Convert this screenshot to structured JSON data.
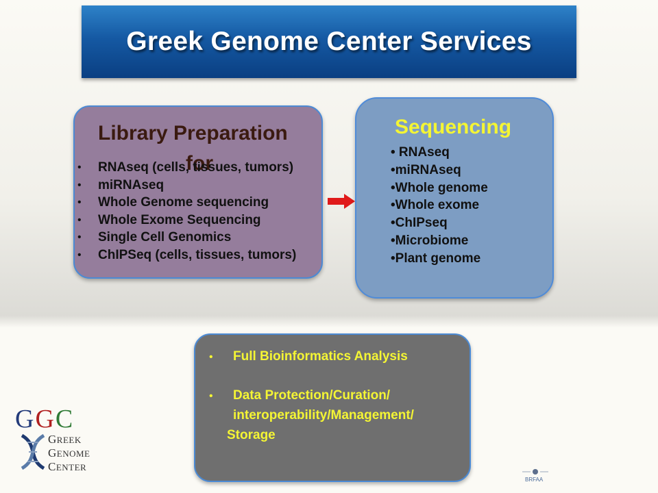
{
  "header": {
    "title": "Greek Genome Center Services"
  },
  "library": {
    "title_line1": "Library Preparation",
    "title_line2": "for",
    "items": [
      "RNAseq (cells, tissues, tumors)",
      "miRNAseq",
      "Whole Genome sequencing",
      "Whole Exome Sequencing",
      "Single Cell Genomics",
      "ChIPSeq (cells, tissues, tumors)"
    ]
  },
  "sequencing": {
    "title": "Sequencing",
    "items": [
      "•  RNAseq",
      "•miRNAseq",
      "•Whole genome",
      "•Whole exome",
      "•ChIPseq",
      "•Microbiome",
      "•Plant genome"
    ]
  },
  "bioinformatics": {
    "item1": "Full Bioinformatics Analysis",
    "item2_line1": "Data Protection/Curation/",
    "item2_line2": "interoperability/Management/",
    "item2_line3": "Storage"
  },
  "logo": {
    "g1": "G",
    "g2": "G",
    "c": "C",
    "line1_initial": "G",
    "line1_rest": "REEK",
    "line2_initial": "G",
    "line2_rest": "ENOME",
    "line3_initial": "C",
    "line3_rest": "ENTER"
  },
  "corner_logo": {
    "text": "BRFAA"
  },
  "colors": {
    "banner": "#1559a3",
    "library_box": "#957d9c",
    "sequencing_box": "#7d9dc3",
    "bio_box": "#6f6f6f",
    "highlight_yellow": "#f4f534",
    "arrow_red": "#e01a1a"
  }
}
